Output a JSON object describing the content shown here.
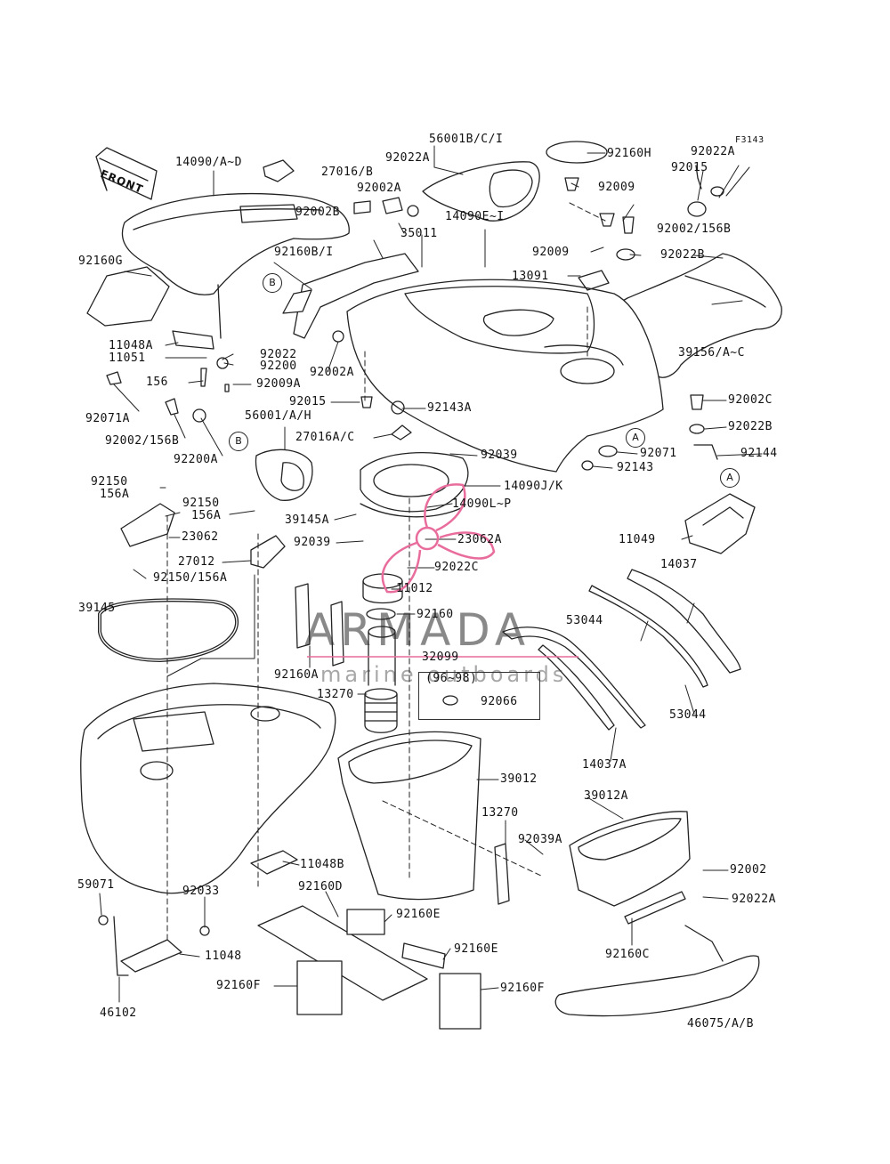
{
  "figure_code": "F3143",
  "front_label": "FRONT",
  "watermark": {
    "name": "ARMADA",
    "tagline": "marine outboards",
    "logo_color": "#e86c9c"
  },
  "callouts": [
    "A",
    "A",
    "B",
    "B"
  ],
  "parts": [
    "14090/A~D",
    "27016/B",
    "92022A",
    "56001B/C/I",
    "92160H",
    "92022A",
    "92015",
    "92002A",
    "92009",
    "92002B",
    "35011",
    "14090E~I",
    "92160B/I",
    "92160G",
    "92009",
    "92002/156B",
    "13091",
    "92022B",
    "11048A",
    "11051",
    "92022",
    "92200",
    "92002A",
    "39156/A~C",
    "156",
    "92009A",
    "92015",
    "92143A",
    "92071A",
    "92002/156B",
    "92200A",
    "56001/A/H",
    "27016A/C",
    "92002C",
    "92022B",
    "92071",
    "92143",
    "92144",
    "92039",
    "14090J/K",
    "14090L~P",
    "92150",
    "156A",
    "92150",
    "156A",
    "23062",
    "39145A",
    "27012",
    "92039",
    "23062A",
    "92022C",
    "92150/156A",
    "11049",
    "14037",
    "11012",
    "39145",
    "92160",
    "53044",
    "32099",
    "92160A",
    "13270",
    "(96~98)",
    "92066",
    "53044",
    "14037A",
    "39012",
    "39012A",
    "13270",
    "92039A",
    "92002",
    "11048B",
    "59071",
    "92033",
    "92160D",
    "92160E",
    "92022A",
    "92160E",
    "11048",
    "92160C",
    "92160F",
    "92160F",
    "46102",
    "46075/A/B"
  ]
}
